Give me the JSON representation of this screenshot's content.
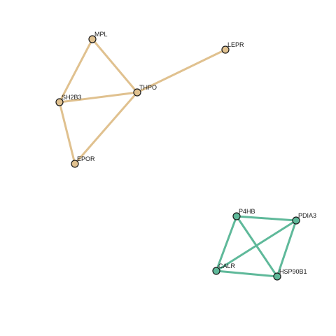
{
  "colors": {
    "group_tan": "#e0c18f",
    "group_green": "#5fb99a"
  },
  "nodes": [
    {
      "id": "MPL",
      "label": "MPL",
      "group": "tan"
    },
    {
      "id": "LEPR",
      "label": "LEPR",
      "group": "tan"
    },
    {
      "id": "SH2B3",
      "label": "SH2B3",
      "group": "tan"
    },
    {
      "id": "THPO",
      "label": "THPO",
      "group": "tan"
    },
    {
      "id": "EPOR",
      "label": "EPOR",
      "group": "tan"
    },
    {
      "id": "P4HB",
      "label": "P4HB",
      "group": "green"
    },
    {
      "id": "PDIA3",
      "label": "PDIA3",
      "group": "green"
    },
    {
      "id": "CALR",
      "label": "CALR",
      "group": "green"
    },
    {
      "id": "HSP90B1",
      "label": "HSP90B1",
      "group": "green"
    }
  ],
  "edges": [
    {
      "source": "MPL",
      "target": "SH2B3",
      "group": "tan"
    },
    {
      "source": "MPL",
      "target": "THPO",
      "group": "tan"
    },
    {
      "source": "SH2B3",
      "target": "THPO",
      "group": "tan"
    },
    {
      "source": "SH2B3",
      "target": "EPOR",
      "group": "tan"
    },
    {
      "source": "THPO",
      "target": "EPOR",
      "group": "tan"
    },
    {
      "source": "THPO",
      "target": "LEPR",
      "group": "tan"
    },
    {
      "source": "P4HB",
      "target": "PDIA3",
      "group": "green"
    },
    {
      "source": "P4HB",
      "target": "CALR",
      "group": "green"
    },
    {
      "source": "P4HB",
      "target": "HSP90B1",
      "group": "green"
    },
    {
      "source": "PDIA3",
      "target": "CALR",
      "group": "green"
    },
    {
      "source": "PDIA3",
      "target": "HSP90B1",
      "group": "green"
    },
    {
      "source": "CALR",
      "target": "HSP90B1",
      "group": "green"
    }
  ]
}
